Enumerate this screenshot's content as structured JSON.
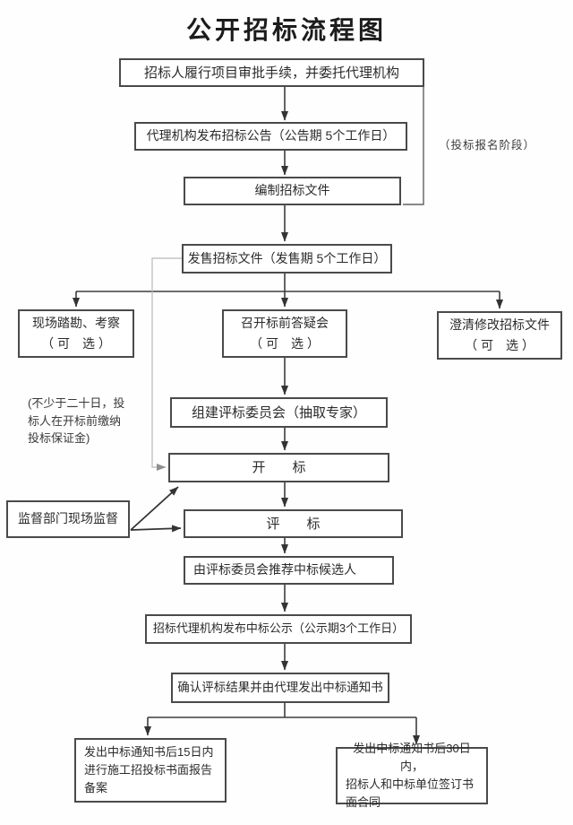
{
  "title": "公开招标流程图",
  "flow": {
    "step1": {
      "label": "招标人履行项目审批手续，并委托代理机构"
    },
    "step2": {
      "label": "代理机构发布招标公告（公告期 5个工作日）"
    },
    "stage_note": "（投标报名阶段）",
    "step3": {
      "label": "编制招标文件"
    },
    "step4": {
      "label": "发售招标文件（发售期 5个工作日）"
    },
    "optional": {
      "site_visit": {
        "line1": "现场踏勘、考察",
        "line2": "（ 可　选 ）"
      },
      "qa_meeting": {
        "line1": "召开标前答疑会",
        "line2": "（ 可　选 ）"
      },
      "clarify": {
        "line1": "澄清修改招标文件",
        "line2": "（ 可　选 ）"
      }
    },
    "deposit_note": {
      "lines": [
        "(不少于二十日，投",
        "标人在开标前缴纳",
        "投标保证金)"
      ]
    },
    "step5": {
      "label": "组建评标委员会（抽取专家）"
    },
    "step6": {
      "label": "开　　标"
    },
    "supervision": {
      "label": "监督部门现场监督"
    },
    "step7": {
      "label": "评　　标"
    },
    "step8": {
      "label": "由评标委员会推荐中标候选人"
    },
    "step9": {
      "label": "招标代理机构发布中标公示（公示期3个工作日）"
    },
    "step10": {
      "label": "确认评标结果并由代理发出中标通知书"
    },
    "final_left": {
      "lines": [
        "发出中标通知书后15日内",
        "进行施工招投标书面报告",
        "备案"
      ]
    },
    "final_right": {
      "lines": [
        "发出中标通知书后30日内，",
        "招标人和中标单位签订书",
        "面合同"
      ]
    }
  },
  "colors": {
    "line": "#3d3d3d",
    "faint_line": "#b8b8b8",
    "border": "#4a4a4a"
  }
}
